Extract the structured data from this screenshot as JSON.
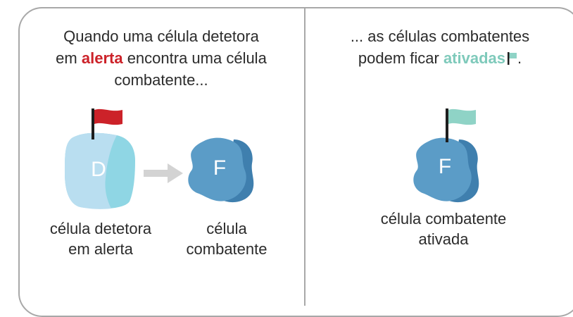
{
  "left_panel": {
    "caption_line1": "Quando uma célula detetora",
    "caption_pre": "em ",
    "caption_highlight": "alerta",
    "caption_post": " encontra uma célula",
    "caption_line3": "combatente...",
    "detector_letter": "D",
    "fighter_letter": "F",
    "detector_label_1": "célula detetora",
    "detector_label_2": "em alerta",
    "fighter_label_1": "célula",
    "fighter_label_2": "combatente"
  },
  "right_panel": {
    "caption_line1": "... as células combatentes",
    "caption_pre": "podem ficar ",
    "caption_highlight": "ativadas",
    "caption_post": ".",
    "activated_letter": "F",
    "activated_label_1": "célula combatente",
    "activated_label_2": "ativada"
  },
  "colors": {
    "alert_red": "#cc2229",
    "activated_teal": "#8fd3c6",
    "detector_light": "#a9daea",
    "fighter_blue": "#5b9cc7",
    "arrow_gray": "#d3d3d3"
  }
}
